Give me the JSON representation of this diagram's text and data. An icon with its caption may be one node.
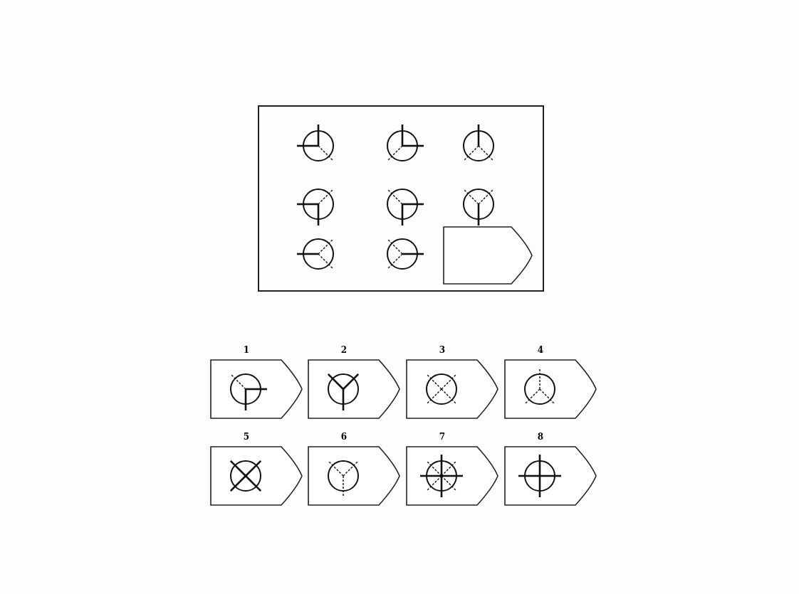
{
  "diagram": {
    "nodes": [
      {
        "text": [],
        "shape": "box"
      },
      {
        "text": [],
        "shape": "pentagon",
        "in": 0
      },
      {
        "text": [
          "1"
        ]
      },
      {
        "text": [
          "2"
        ]
      },
      {
        "text": [
          "3"
        ]
      },
      {
        "text": [
          "4"
        ]
      },
      {
        "text": [
          "5"
        ]
      },
      {
        "text": [
          "6"
        ]
      },
      {
        "text": [
          "7"
        ]
      },
      {
        "text": [
          "8"
        ]
      }
    ]
  }
}
